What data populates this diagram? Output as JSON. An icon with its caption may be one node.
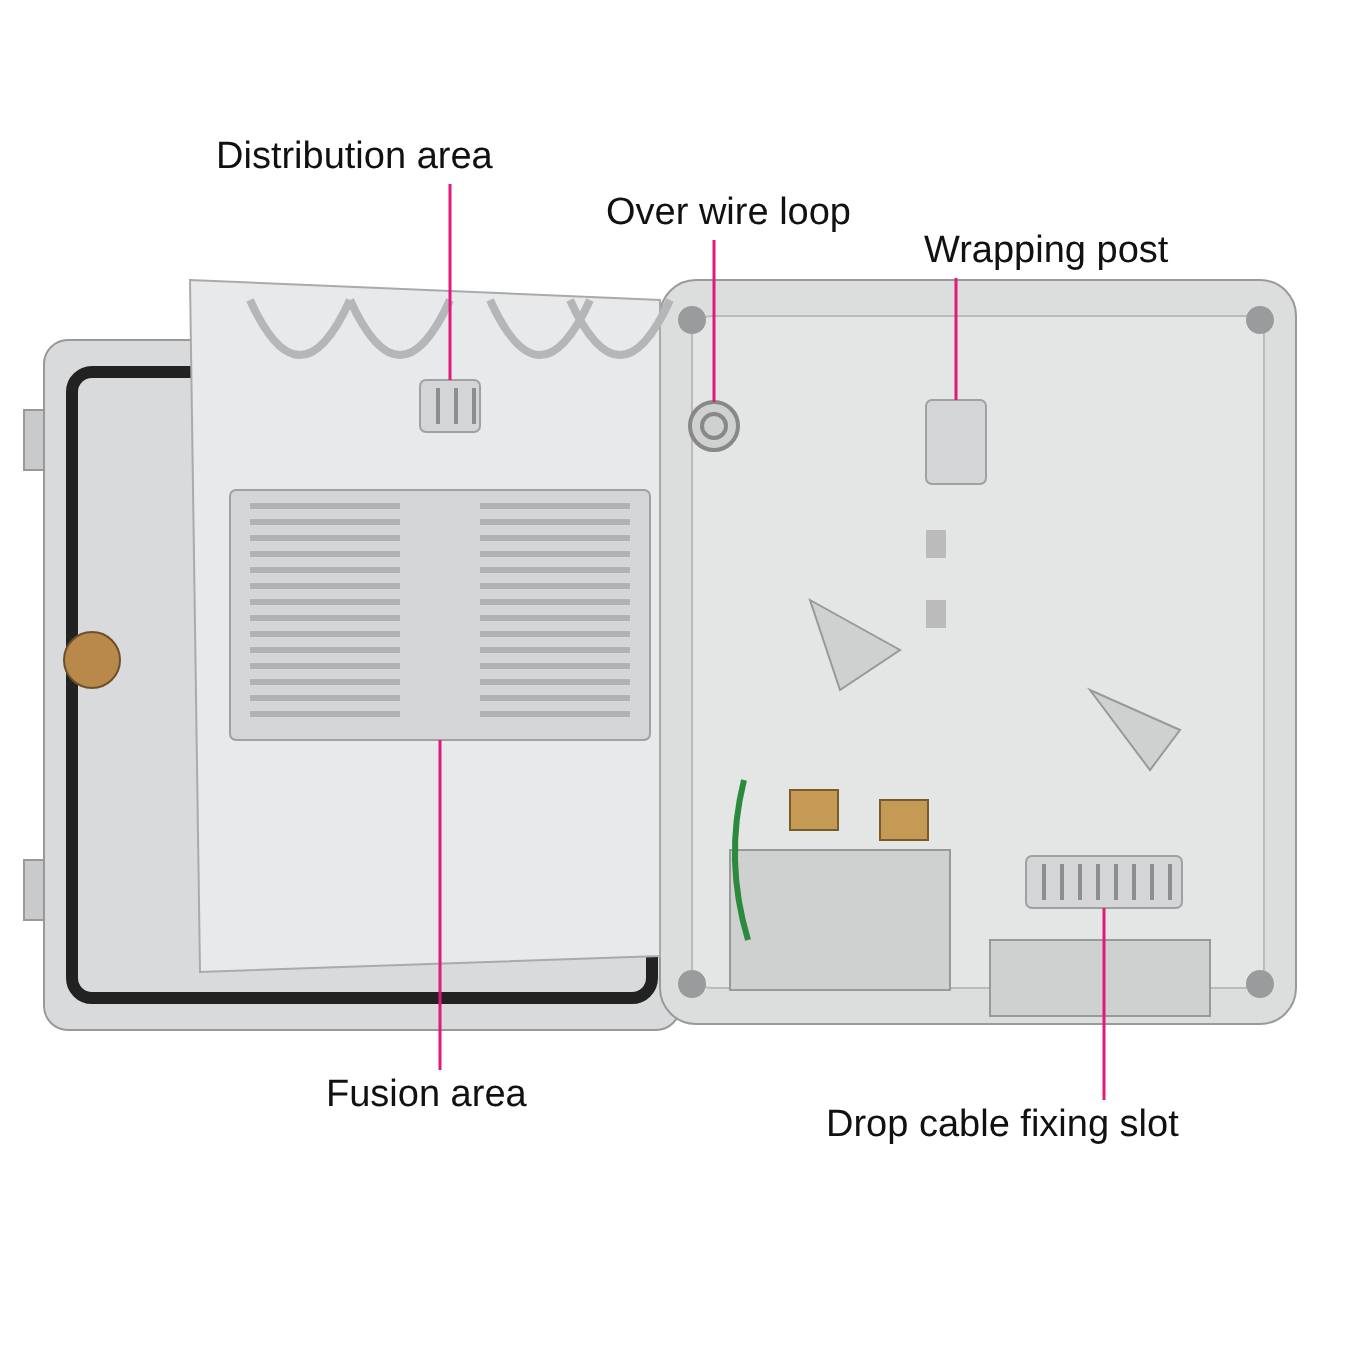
{
  "diagram": {
    "nodes": [
      {
        "text": [
          "Distribution area"
        ]
      },
      {
        "text": [],
        "shape": "box"
      },
      {
        "text": [
          "Over wire loop"
        ]
      },
      {
        "text": [],
        "shape": "circle"
      },
      {
        "text": [
          "Wrapping post"
        ]
      },
      {
        "text": [],
        "shape": "box"
      },
      {
        "text": [
          "Fusion area"
        ]
      },
      {
        "text": [],
        "shape": "box"
      },
      {
        "text": [
          "Drop cable fixing slot"
        ]
      },
      {
        "text": [],
        "shape": "box"
      }
    ],
    "edges": [
      {
        "from": 0,
        "to": 1,
        "arrow": "none"
      },
      {
        "from": 2,
        "to": 3,
        "arrow": "none"
      },
      {
        "from": 4,
        "to": 5,
        "arrow": "none"
      },
      {
        "from": 6,
        "to": 7,
        "arrow": "none"
      },
      {
        "from": 8,
        "to": 9,
        "arrow": "none"
      }
    ]
  }
}
